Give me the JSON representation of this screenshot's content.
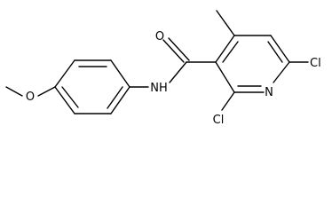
{
  "molecule": {
    "labels": {
      "oxygen_carbonyl": "O",
      "nitrogen_amide": "NH",
      "nitrogen_ring": "N",
      "chlorine_upper": "Cl",
      "chlorine_lower": "Cl"
    }
  }
}
